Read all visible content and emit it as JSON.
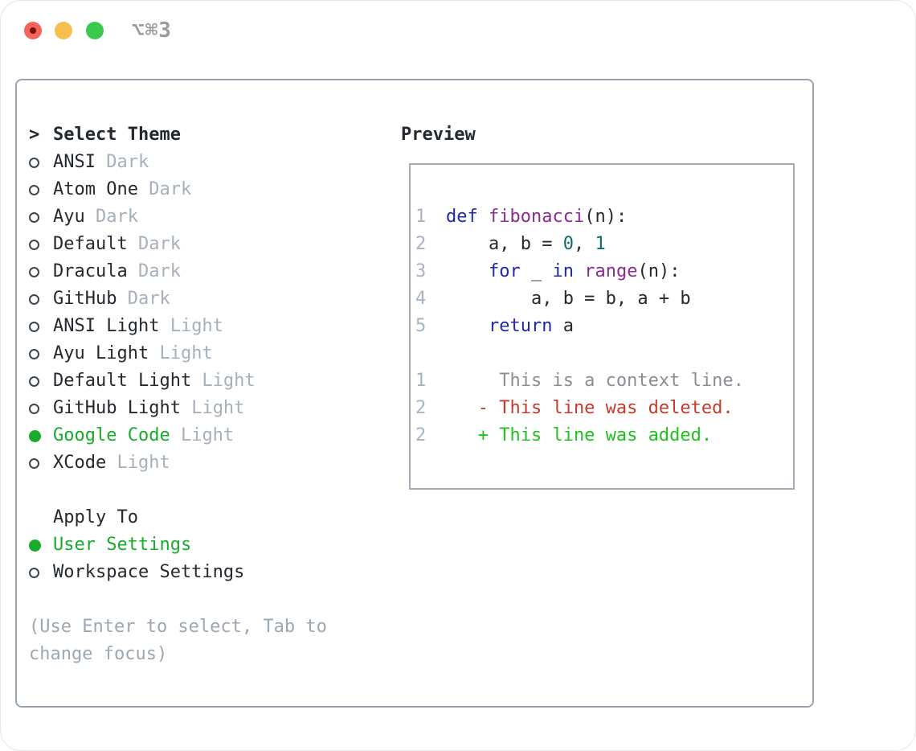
{
  "window": {
    "shortcut": "⌥⌘3"
  },
  "colors": {
    "selected_green": "#17ac2c",
    "diff_added_green": "#22c122",
    "diff_deleted_red": "#c43a2b",
    "keyword_navy": "#2028a8",
    "function_purple": "#8a2b8f",
    "literal_teal": "#0d6d6d",
    "muted_gray": "#a6b0ba",
    "line_number_gray": "#a8b3c1",
    "border_gray": "#9aa3ae",
    "traffic_red": "#f3655c",
    "traffic_yellow": "#f6bf50",
    "traffic_green": "#38c94d"
  },
  "theme_panel": {
    "header": {
      "marker": ">",
      "label": "Select Theme"
    },
    "themes": [
      {
        "name": "ANSI",
        "variant": "Dark",
        "selected": false
      },
      {
        "name": "Atom One",
        "variant": "Dark",
        "selected": false
      },
      {
        "name": "Ayu",
        "variant": "Dark",
        "selected": false
      },
      {
        "name": "Default",
        "variant": "Dark",
        "selected": false
      },
      {
        "name": "Dracula",
        "variant": "Dark",
        "selected": false
      },
      {
        "name": "GitHub",
        "variant": "Dark",
        "selected": false
      },
      {
        "name": "ANSI Light",
        "variant": "Light",
        "selected": false
      },
      {
        "name": "Ayu Light",
        "variant": "Light",
        "selected": false
      },
      {
        "name": "Default Light",
        "variant": "Light",
        "selected": false
      },
      {
        "name": "GitHub Light",
        "variant": "Light",
        "selected": false
      },
      {
        "name": "Google Code",
        "variant": "Light",
        "selected": true
      },
      {
        "name": "XCode",
        "variant": "Light",
        "selected": false
      }
    ],
    "apply_to": {
      "title": "Apply To",
      "options": [
        {
          "label": "User Settings",
          "selected": true
        },
        {
          "label": "Workspace Settings",
          "selected": false
        }
      ]
    },
    "hint": "(Use Enter to select, Tab to change focus)"
  },
  "preview": {
    "title": "Preview",
    "rows": [
      {
        "num": "1",
        "segments": [
          {
            "t": "def ",
            "c": "keyword"
          },
          {
            "t": "fibonacci",
            "c": "function"
          },
          {
            "t": "(n):",
            "c": "plain"
          }
        ]
      },
      {
        "num": "2",
        "segments": [
          {
            "t": "    a, b = ",
            "c": "plain"
          },
          {
            "t": "0",
            "c": "literal"
          },
          {
            "t": ", ",
            "c": "plain"
          },
          {
            "t": "1",
            "c": "literal"
          }
        ]
      },
      {
        "num": "3",
        "segments": [
          {
            "t": "    ",
            "c": "plain"
          },
          {
            "t": "for",
            "c": "keyword"
          },
          {
            "t": " _ ",
            "c": "plain"
          },
          {
            "t": "in",
            "c": "keyword"
          },
          {
            "t": " ",
            "c": "plain"
          },
          {
            "t": "range",
            "c": "function"
          },
          {
            "t": "(n):",
            "c": "plain"
          }
        ]
      },
      {
        "num": "4",
        "segments": [
          {
            "t": "        a, b = b, a + b",
            "c": "plain"
          }
        ]
      },
      {
        "num": "5",
        "segments": [
          {
            "t": "    ",
            "c": "plain"
          },
          {
            "t": "return",
            "c": "keyword"
          },
          {
            "t": " a",
            "c": "plain"
          }
        ]
      },
      {
        "num": "",
        "segments": []
      },
      {
        "num": "1",
        "segments": [
          {
            "t": "     This is a context line.",
            "c": "context"
          }
        ]
      },
      {
        "num": "2",
        "segments": [
          {
            "t": "   - This line was deleted.",
            "c": "deleted"
          }
        ]
      },
      {
        "num": "2",
        "segments": [
          {
            "t": "   + This line was added.",
            "c": "added"
          }
        ]
      }
    ]
  }
}
